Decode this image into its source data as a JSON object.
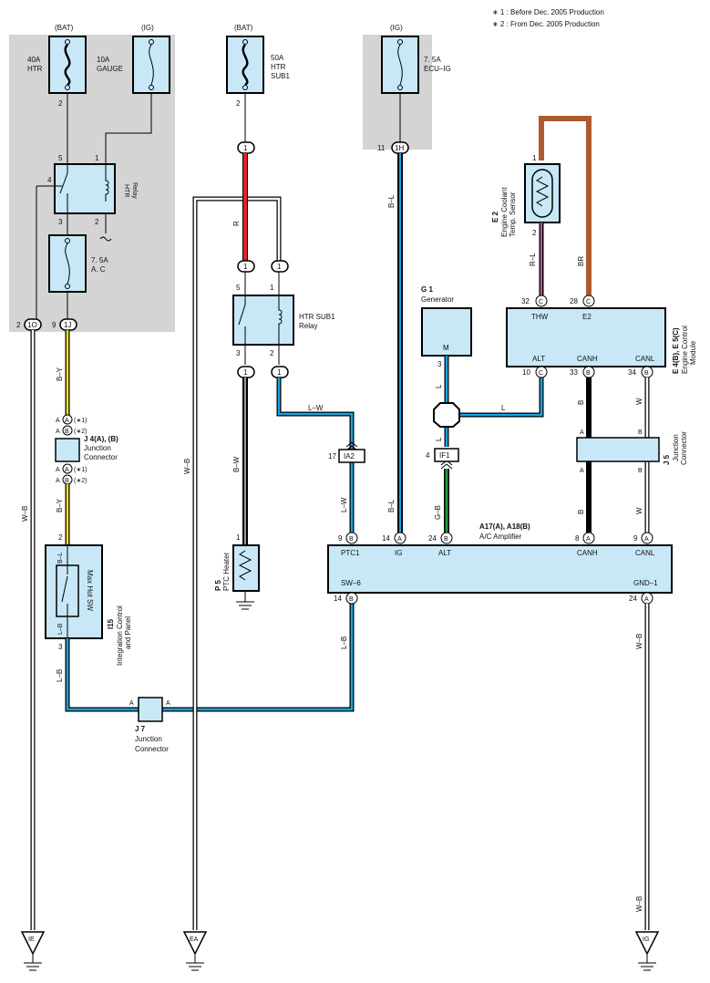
{
  "notes": {
    "note1": "∗ 1 : Before Dec.  2005 Production",
    "note2": "∗ 2 : From Dec.  2005 Production"
  },
  "power": {
    "bat1": "(BAT)",
    "ig1": "(IG)",
    "bat2": "(BAT)",
    "ig2": "(IG)"
  },
  "fuses": {
    "htr40_amp": "40A",
    "htr40_name": "HTR",
    "gauge_amp": "10A",
    "gauge_name": "GAUGE",
    "htrsub_amp": "50A",
    "htrsub_name1": "HTR",
    "htrsub_name2": "SUB1",
    "ecuig_amp": "7. 5A",
    "ecuig_name": "ECU–IG",
    "ac_amp": "7. 5A",
    "ac_name": "A. C"
  },
  "relays": {
    "htr_name1": "HTR",
    "htr_name2": "Relay",
    "htrsub_name1": "HTR SUB1",
    "htrsub_name2": "Relay"
  },
  "components": {
    "j4_code": "J 4(A), (B)",
    "j4_name1": "Junction",
    "j4_name2": "Connector",
    "i15_code": "I15",
    "i15_name1": "Integration Control",
    "i15_name2": "and Panel",
    "maxhot": "Max Hot SW",
    "p5_code": "P 5",
    "p5_name": "PTC Heater",
    "j7_code": "J 7",
    "j7_name1": "Junction",
    "j7_name2": "Connector",
    "g1_code": "G 1",
    "g1_name": "Generator",
    "g1_pin": "M",
    "e2_code": "E 2",
    "e2_name1": "Engine Coolant",
    "e2_name2": "Temp. Sensor",
    "ecm_code": "E 4(B), E 5(C)",
    "ecm_name1": "Engine Control",
    "ecm_name2": "Module",
    "ecm_thw": "THW",
    "ecm_e2": "E2",
    "ecm_alt": "ALT",
    "ecm_canh": "CANH",
    "ecm_canl": "CANL",
    "j5_code": "J 5",
    "j5_name1": "Junction",
    "j5_name2": "Connector",
    "amp_code": "A17(A), A18(B)",
    "amp_name": "A/C Amplifier",
    "amp_ptc1": "PTC1",
    "amp_ig": "IG",
    "amp_alt": "ALT",
    "amp_canh": "CANH",
    "amp_canl": "CANL",
    "amp_sw6": "SW–6",
    "amp_gnd1": "GND–1"
  },
  "wires": {
    "by": "B–Y",
    "wb": "W–B",
    "r": "R",
    "bw": "B–W",
    "lw": "L–W",
    "bl": "B–L",
    "l": "L",
    "gb": "G–B",
    "lb": "L–B",
    "rl": "R–L",
    "br": "BR",
    "b": "B",
    "w": "W"
  },
  "connectors": {
    "c1O": "1O",
    "c1J": "1J",
    "c1": "1",
    "c1H": "1H",
    "IA2": "IA2",
    "IF1": "IF1",
    "A": "A",
    "B": "B",
    "C": "C"
  },
  "pins": {
    "n1": "1",
    "n2": "2",
    "n3": "3",
    "n4": "4",
    "n5": "5",
    "n8": "8",
    "n9": "9",
    "n10": "10",
    "n11": "11",
    "n14": "14",
    "n17": "17",
    "n24": "24",
    "n28": "28",
    "n32": "32",
    "n33": "33",
    "n34": "34"
  },
  "tags": {
    "star1": "(∗1)",
    "star2": "(∗2)"
  },
  "grounds": {
    "ie": "IE",
    "ea": "EA",
    "ig": "IG"
  },
  "colors": {
    "panel": "#d4d4d4",
    "box": "#c8e8f8",
    "blue": "#1aa3e0",
    "red": "#e8202a",
    "yellow": "#f4e01c",
    "green": "#1a9a3a",
    "brown": "#b05a30",
    "pink": "#e05060"
  }
}
